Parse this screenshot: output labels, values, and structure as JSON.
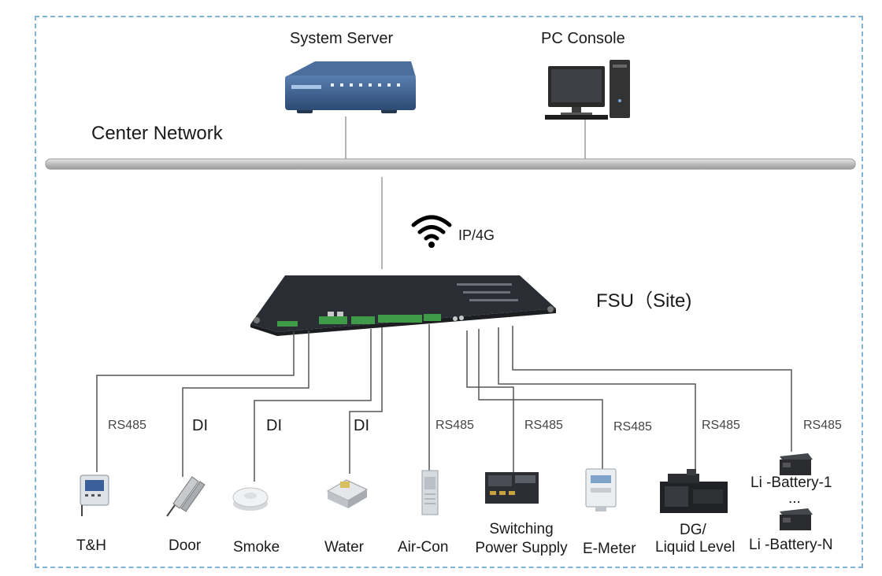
{
  "center": {
    "server_label": "System Server",
    "console_label": "PC Console",
    "network_label": "Center Network"
  },
  "uplink": {
    "label": "IP/4G",
    "icon": "wifi-icon"
  },
  "fsu": {
    "label": "FSU（Site)"
  },
  "links": {
    "th": "RS485",
    "door": "DI",
    "smoke": "DI",
    "water": "DI",
    "aircon": "RS485",
    "sps": "RS485",
    "emeter": "RS485",
    "dg": "RS485",
    "battery": "RS485"
  },
  "devices": {
    "th": "T&H",
    "door": "Door",
    "smoke": "Smoke",
    "water": "Water",
    "aircon": "Air-Con",
    "sps_line1": "Switching",
    "sps_line2": "Power Supply",
    "emeter": "E-Meter",
    "dg_line1": "DG/",
    "dg_line2": "Liquid Level",
    "battery1": "Li -Battery-1",
    "battery_ellipsis": "...",
    "batteryN": "Li -Battery-N"
  },
  "colors": {
    "frame": "#7fb4d6",
    "bus": "#c9c9c9",
    "wire": "#555555",
    "device_dark": "#2a2d33"
  }
}
